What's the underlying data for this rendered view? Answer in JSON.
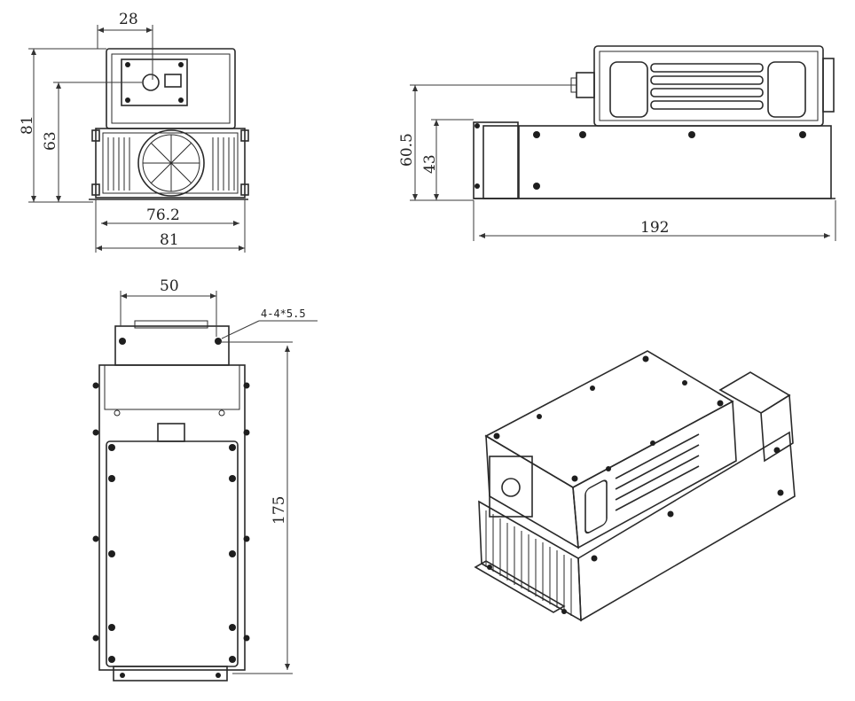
{
  "dimensions": {
    "front_top_width": "28",
    "front_height_total": "81",
    "front_height_connector": "63",
    "front_bottom_inner": "76.2",
    "front_bottom_total": "81",
    "side_height_connector": "60.5",
    "side_height_base": "43",
    "side_length": "192",
    "top_width": "50",
    "top_length": "175",
    "hole_callout": "4-4*5.5"
  },
  "colors": {
    "line": "#2a2a2a",
    "background": "#ffffff"
  }
}
